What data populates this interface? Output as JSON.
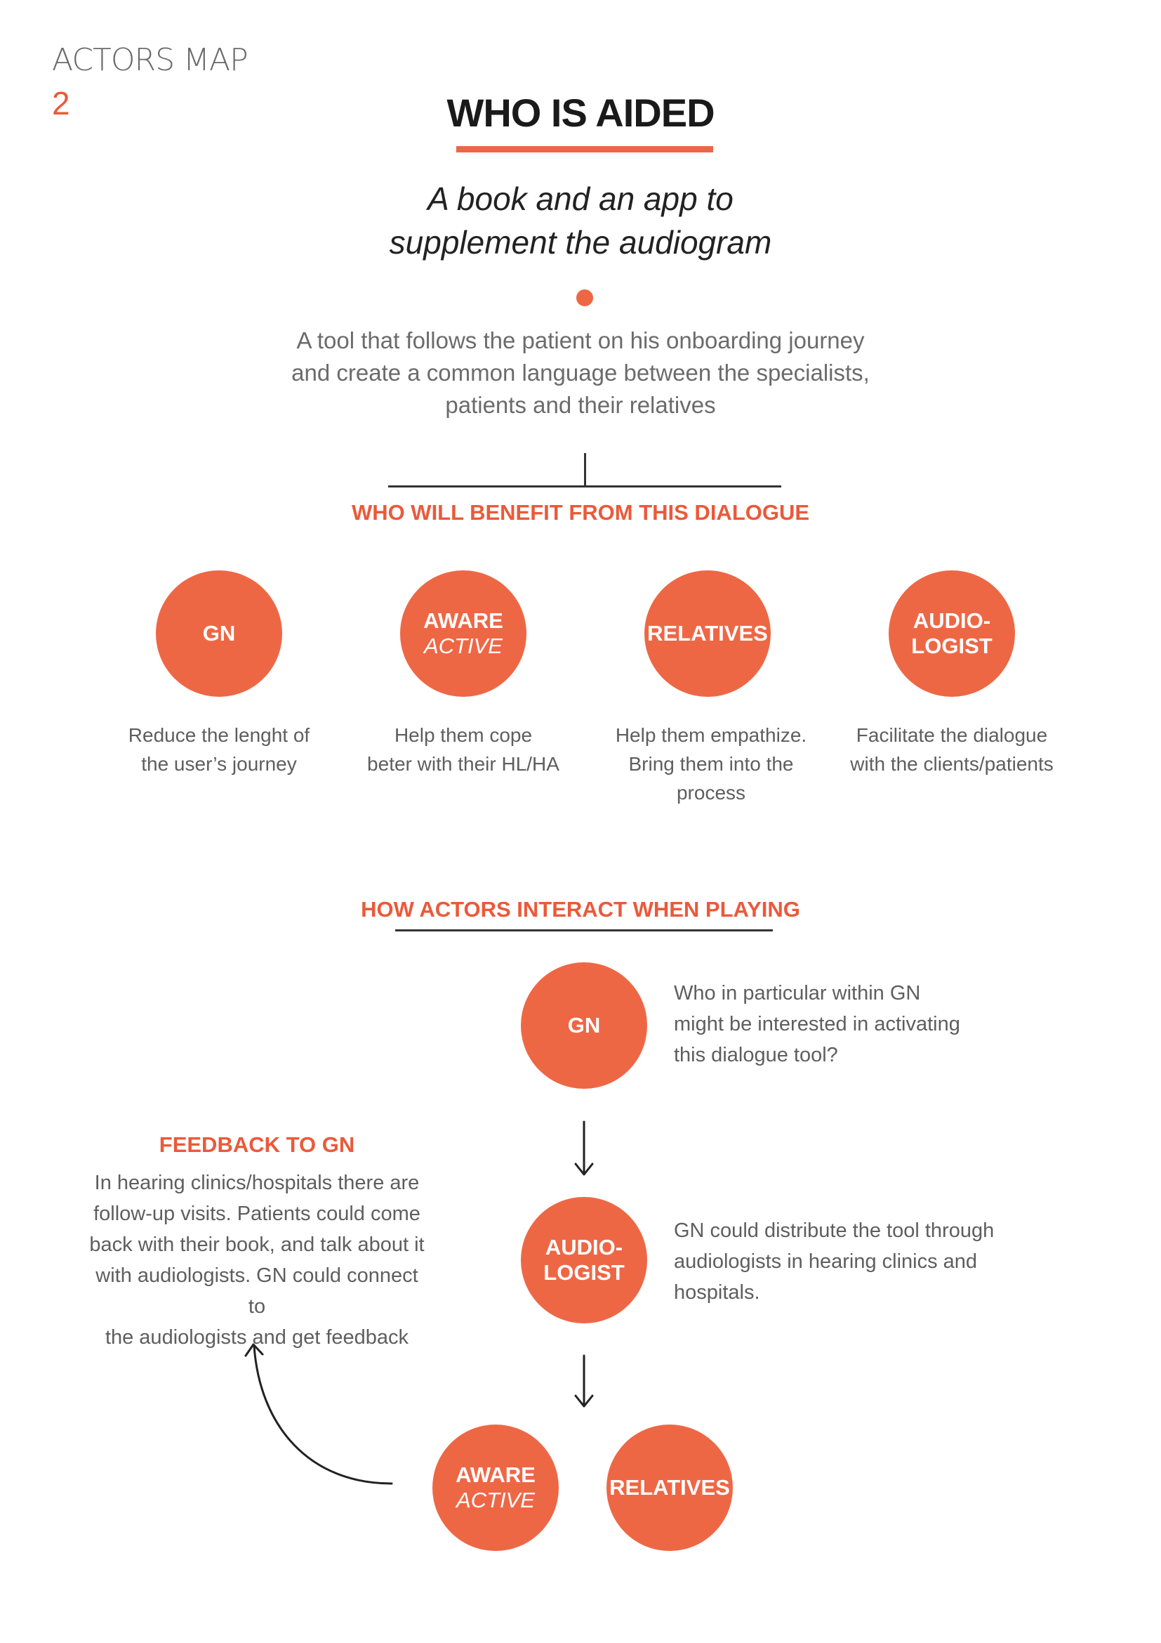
{
  "header": {
    "section_label": "ACTORS MAP",
    "page_number": "2"
  },
  "title": "WHO IS AIDED",
  "subtitle": {
    "line1": "A book and an app to",
    "line2": "supplement the audiogram"
  },
  "intro": {
    "line1": "A tool that follows the patient on his onboarding journey",
    "line2": "and create a common language between the specialists,",
    "line3": "patients and their relatives"
  },
  "benefit": {
    "heading": "WHO WILL BENEFIT FROM THIS DIALOGUE",
    "actors": [
      {
        "main": "GN",
        "sub": "",
        "desc1": "Reduce the lenght of",
        "desc2": "the user’s journey"
      },
      {
        "main": "AWARE",
        "sub": "ACTIVE",
        "desc1": "Help them cope",
        "desc2": "beter with their HL/HA"
      },
      {
        "main": "RELATIVES",
        "sub": "",
        "desc1": "Help them empathize.",
        "desc2": "Bring them into the process"
      },
      {
        "main": "AUDIO-",
        "main2": "LOGIST",
        "desc1": "Facilitate the dialogue",
        "desc2": "with the clients/patients"
      }
    ]
  },
  "interact": {
    "heading": "HOW ACTORS INTERACT WHEN PLAYING",
    "gn": {
      "label": "GN",
      "note1": "Who in particular within GN",
      "note2": "might be interested in activating",
      "note3": "this dialogue tool?"
    },
    "audiologist": {
      "label1": "AUDIO-",
      "label2": "LOGIST",
      "note1": "GN could distribute the tool through",
      "note2": "audiologists in hearing clinics and",
      "note3": "hospitals."
    },
    "aware": {
      "main": "AWARE",
      "sub": "ACTIVE"
    },
    "relatives": {
      "label": "RELATIVES"
    },
    "feedback": {
      "heading": "FEEDBACK TO GN",
      "line1": "In hearing clinics/hospitals there are",
      "line2": "follow-up visits. Patients could come",
      "line3": "back with their book, and talk about it",
      "line4": "with audiologists. GN could connect to",
      "line5": "the audiologists and get feedback"
    }
  },
  "colors": {
    "accent": "#ee6745",
    "heading_orange": "#ea5a3a",
    "text_dark": "#1a1a1a",
    "text_gray": "#5e5e5e"
  }
}
